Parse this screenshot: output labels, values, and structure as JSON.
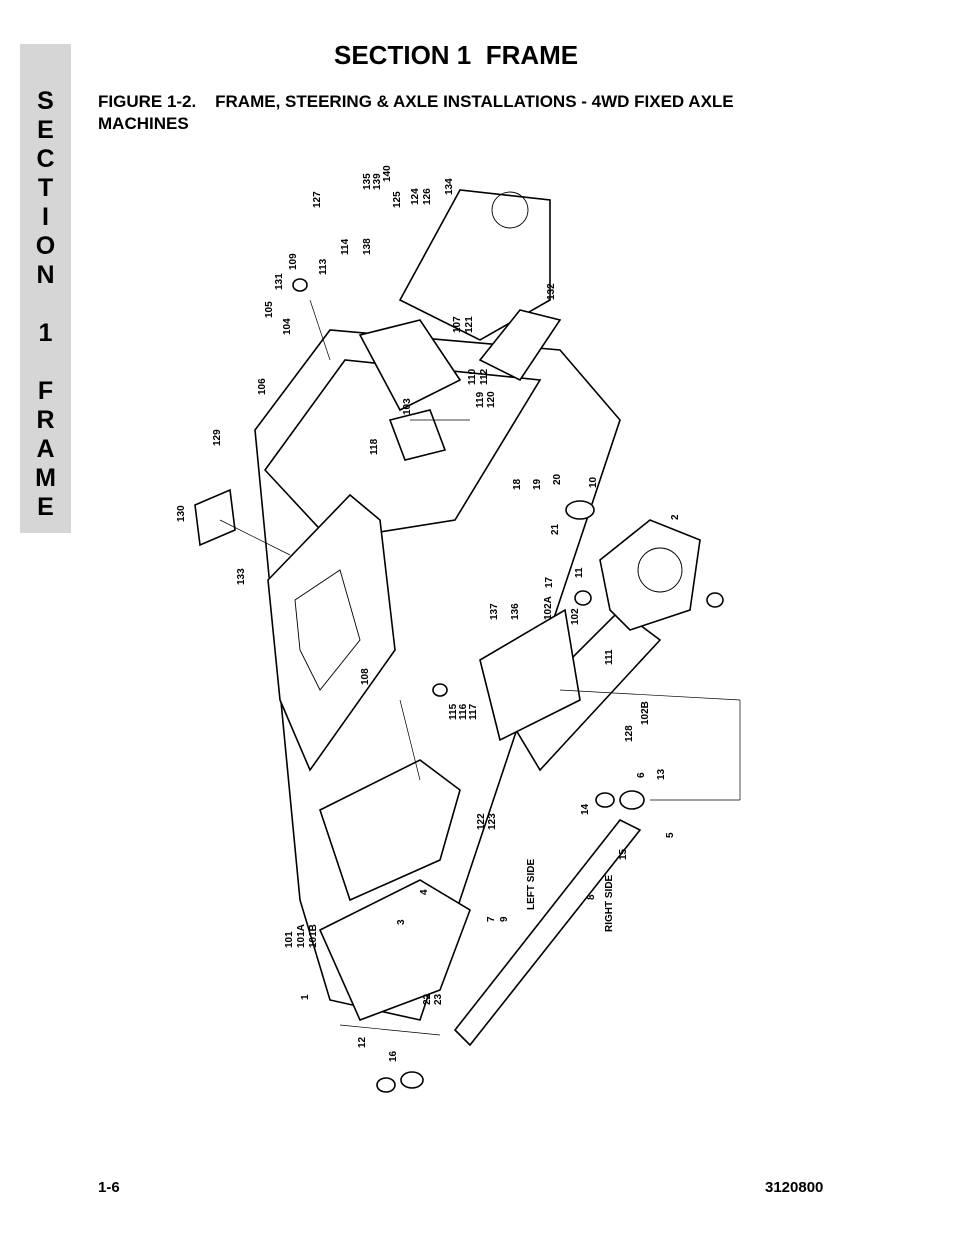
{
  "side_tab": {
    "letters": [
      "S",
      "E",
      "C",
      "T",
      "I",
      "O",
      "N",
      "",
      "1",
      "",
      "F",
      "R",
      "A",
      "M",
      "E"
    ]
  },
  "header": {
    "section_title": "SECTION 1  FRAME",
    "figure_title": "FIGURE 1-2.    FRAME, STEERING & AXLE INSTALLATIONS - 4WD FIXED AXLE\nMACHINES"
  },
  "diagram": {
    "callouts": [
      "127",
      "135",
      "139",
      "140",
      "125",
      "124",
      "126",
      "134",
      "114",
      "138",
      "109",
      "113",
      "131",
      "105",
      "104",
      "106",
      "132",
      "107",
      "121",
      "110",
      "112",
      "119",
      "120",
      "103",
      "118",
      "129",
      "130",
      "133",
      "18",
      "19",
      "20",
      "10",
      "21",
      "2",
      "11",
      "17",
      "137",
      "136",
      "102A",
      "102",
      "111",
      "108",
      "115",
      "116",
      "117",
      "128",
      "102B",
      "6",
      "13",
      "5",
      "15",
      "14",
      "122",
      "123",
      "8",
      "7",
      "9",
      "4",
      "3",
      "1",
      "101",
      "101A",
      "101B",
      "22",
      "23",
      "12",
      "16"
    ],
    "labels": {
      "left_side": "LEFT SIDE",
      "right_side": "RIGHT SIDE"
    }
  },
  "footer": {
    "page_number": "1-6",
    "doc_number": "3120800"
  }
}
